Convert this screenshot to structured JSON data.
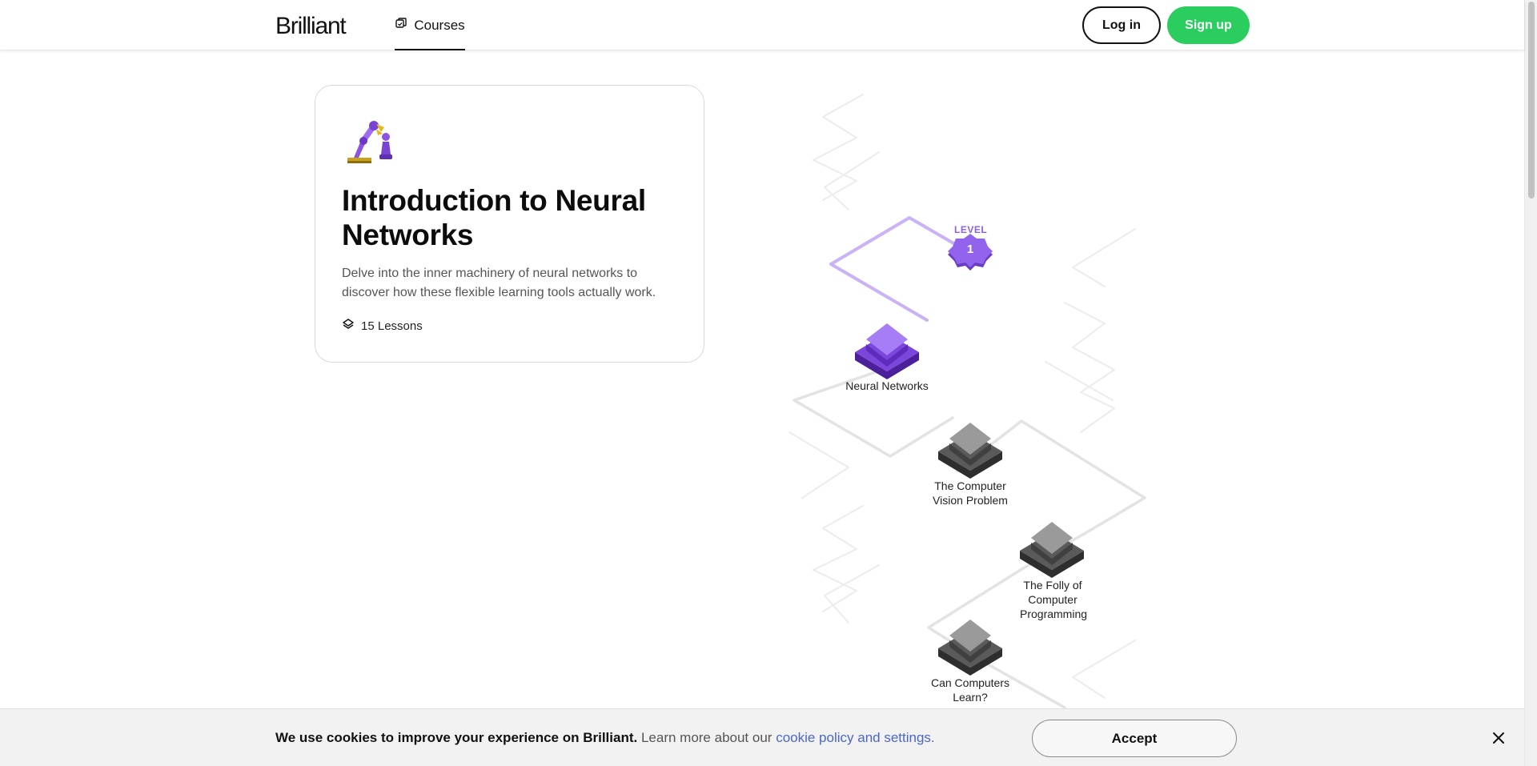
{
  "header": {
    "logo": "Brilliant",
    "nav_courses": "Courses",
    "login": "Log in",
    "signup": "Sign up"
  },
  "course": {
    "title": "Introduction to Neural Networks",
    "description": "Delve into the inner machinery of neural networks to discover how these flexible learning tools actually work.",
    "lessons": "15 Lessons",
    "icon": "robot-arm-chess-icon"
  },
  "path": {
    "level_label": "LEVEL",
    "level_number": "1",
    "nodes": [
      {
        "label": "Neural Networks",
        "state": "active"
      },
      {
        "label": "The Computer Vision Problem",
        "state": "locked"
      },
      {
        "label": "The Folly of Computer Programming",
        "state": "locked"
      },
      {
        "label": "Can Computers Learn?",
        "state": "locked"
      }
    ]
  },
  "cookie": {
    "bold": "We use cookies to improve your experience on Brilliant.",
    "text": "Learn more about our",
    "link": "cookie policy and settings.",
    "accept": "Accept"
  },
  "colors": {
    "brand_green": "#2bcd5f",
    "accent_purple": "#8e5ee8",
    "link_blue": "#4a66c9"
  }
}
